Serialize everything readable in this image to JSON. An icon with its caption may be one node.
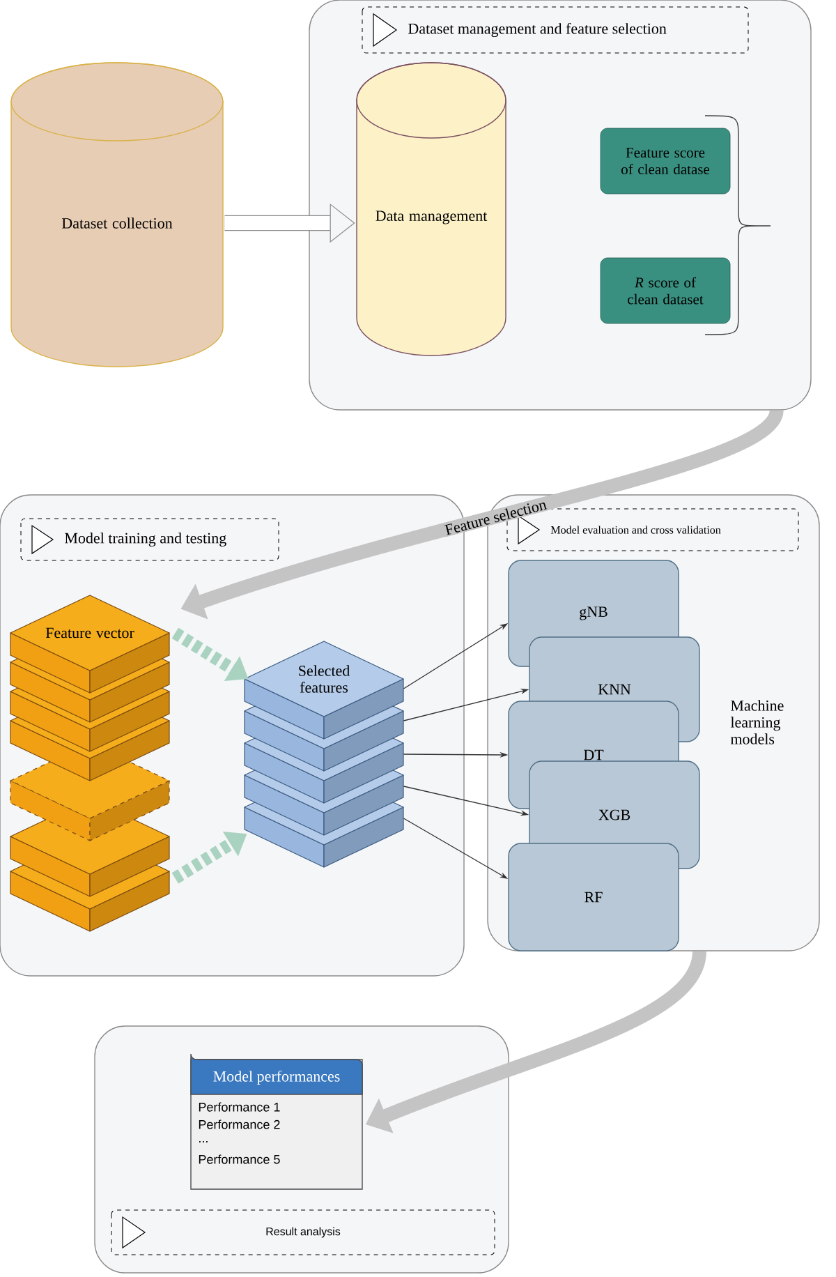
{
  "diagram": {
    "nodes": [
      {
        "text": [
          "Dataset collection"
        ]
      },
      {
        "text": [
          "Dataset management and feature selection"
        ]
      },
      {
        "text": [
          "Data management"
        ],
        "in": 1
      },
      {
        "text": [
          "Feature score of clean datase"
        ],
        "in": 1
      },
      {
        "text": [
          "*R* score of clean dataset"
        ],
        "in": 1
      },
      {
        "text": [
          "Model training and testing"
        ]
      },
      {
        "text": [
          "Feature vector"
        ],
        "in": 5
      },
      {
        "text": [
          "Selected features"
        ],
        "in": 5
      },
      {
        "text": [
          "Model evaluation and cross validation",
          "Machine learning models"
        ]
      },
      {
        "text": [
          "gNB"
        ],
        "in": 8
      },
      {
        "text": [
          "KNN"
        ],
        "in": 8
      },
      {
        "text": [
          "DT"
        ],
        "in": 8
      },
      {
        "text": [
          "XGB"
        ],
        "in": 8
      },
      {
        "text": [
          "RF"
        ],
        "in": 8
      },
      {
        "text": [
          "Result analysis"
        ]
      },
      {
        "text": [
          "Model performances",
          "Performance 1",
          "Performance 2",
          "...",
          "Performance 5"
        ],
        "in": 14
      }
    ],
    "edges": [
      {
        "from": 0,
        "to": 2,
        "arrow": "to",
        "style": "thick"
      },
      {
        "from": 1,
        "to": 6,
        "arrow": "to",
        "style": "thick",
        "color": "#c4c4c4",
        "label": "Feature selection"
      },
      {
        "from": 6,
        "to": 7,
        "arrow": "to",
        "style": "dashed",
        "color": "#a9d3c0"
      },
      {
        "from": 6,
        "to": 7,
        "arrow": "to",
        "style": "dashed",
        "color": "#a9d3c0"
      },
      {
        "from": 7,
        "to": 9,
        "arrow": "to"
      },
      {
        "from": 7,
        "to": 10,
        "arrow": "to"
      },
      {
        "from": 7,
        "to": 11,
        "arrow": "to"
      },
      {
        "from": 7,
        "to": 12,
        "arrow": "to"
      },
      {
        "from": 7,
        "to": 13,
        "arrow": "to"
      },
      {
        "from": 8,
        "to": 15,
        "arrow": "to",
        "style": "thick",
        "color": "#c4c4c4"
      }
    ]
  }
}
